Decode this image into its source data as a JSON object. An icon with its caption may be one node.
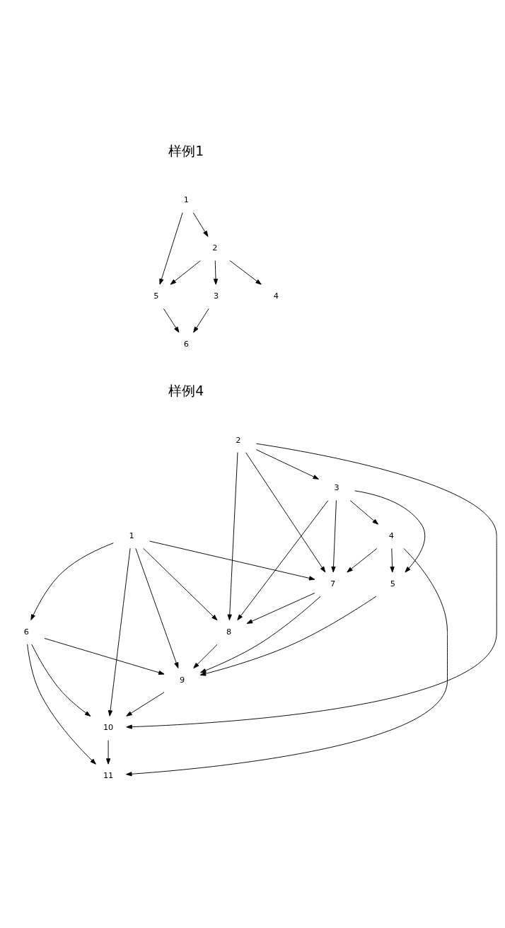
{
  "diagram": {
    "nodes": [
      {
        "text": [
          "1"
        ]
      },
      {
        "text": [
          "2"
        ]
      },
      {
        "text": [
          "3"
        ]
      },
      {
        "text": [
          "4"
        ]
      },
      {
        "text": [
          "5"
        ]
      },
      {
        "text": [
          "6"
        ]
      },
      {
        "text": [
          "1"
        ]
      },
      {
        "text": [
          "2"
        ]
      },
      {
        "text": [
          "3"
        ]
      },
      {
        "text": [
          "4"
        ]
      },
      {
        "text": [
          "5"
        ]
      },
      {
        "text": [
          "6"
        ]
      },
      {
        "text": [
          "7"
        ]
      },
      {
        "text": [
          "8"
        ]
      },
      {
        "text": [
          "9"
        ]
      },
      {
        "text": [
          "10"
        ]
      },
      {
        "text": [
          "11"
        ]
      }
    ],
    "edges": [
      {
        "from": 0,
        "to": 1,
        "arrow": "to"
      },
      {
        "from": 0,
        "to": 4,
        "arrow": "to"
      },
      {
        "from": 1,
        "to": 2,
        "arrow": "to"
      },
      {
        "from": 1,
        "to": 4,
        "arrow": "to"
      },
      {
        "from": 1,
        "to": 3,
        "arrow": "to"
      },
      {
        "from": 2,
        "to": 5,
        "arrow": "to"
      },
      {
        "from": 4,
        "to": 5,
        "arrow": "to"
      },
      {
        "from": 7,
        "to": 8,
        "arrow": "to"
      },
      {
        "from": 8,
        "to": 9,
        "arrow": "to"
      },
      {
        "from": 8,
        "to": 10,
        "arrow": "to"
      },
      {
        "from": 8,
        "to": 12,
        "arrow": "to"
      },
      {
        "from": 8,
        "to": 13,
        "arrow": "to"
      },
      {
        "from": 9,
        "to": 10,
        "arrow": "to"
      },
      {
        "from": 9,
        "to": 12,
        "arrow": "to"
      },
      {
        "from": 9,
        "to": 16,
        "arrow": "to"
      },
      {
        "from": 7,
        "to": 15,
        "arrow": "to"
      },
      {
        "from": 7,
        "to": 12,
        "arrow": "to"
      },
      {
        "from": 7,
        "to": 13,
        "arrow": "to"
      },
      {
        "from": 10,
        "to": 14,
        "arrow": "to"
      },
      {
        "from": 6,
        "to": 11,
        "arrow": "to"
      },
      {
        "from": 6,
        "to": 12,
        "arrow": "to"
      },
      {
        "from": 6,
        "to": 13,
        "arrow": "to"
      },
      {
        "from": 6,
        "to": 14,
        "arrow": "to"
      },
      {
        "from": 6,
        "to": 15,
        "arrow": "to"
      },
      {
        "from": 11,
        "to": 16,
        "arrow": "to"
      },
      {
        "from": 11,
        "to": 15,
        "arrow": "to"
      },
      {
        "from": 11,
        "to": 14,
        "arrow": "to"
      },
      {
        "from": 12,
        "to": 13,
        "arrow": "to"
      },
      {
        "from": 12,
        "to": 14,
        "arrow": "to"
      },
      {
        "from": 13,
        "to": 14,
        "arrow": "to"
      },
      {
        "from": 14,
        "to": 15,
        "arrow": "to"
      },
      {
        "from": 15,
        "to": 16,
        "arrow": "to"
      }
    ],
    "labels": [
      "样例1",
      "样例4"
    ]
  }
}
